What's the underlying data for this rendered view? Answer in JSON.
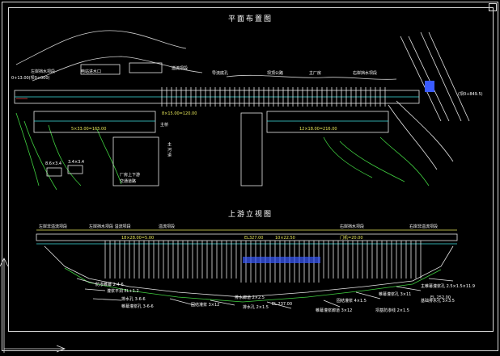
{
  "colors": {
    "background": "#000000",
    "line_white": "#e6e6e6",
    "line_cyan": "#40e0e0",
    "line_green": "#40d040",
    "line_blue": "#3a5bff",
    "line_yellow": "#e8e85a",
    "line_red": "#e04040"
  },
  "titles": {
    "plan": "平面布置图",
    "elevation": "上游立视图"
  },
  "plan_labels": {
    "left_block": "左岸挡水坝段",
    "intake": "电站进水口",
    "spillway": "溢流坝段",
    "plant": "主厂房",
    "right_block": "右岸挡水坝段",
    "gate": "导流底孔",
    "stage": "坝顶公路",
    "gallery": "厂房上下游",
    "gallery2": "交通道路",
    "dim_left": "5×33.00=165.00",
    "dim_mid": "8×15.00=120.00",
    "dim_right": "12×18.00=216.00",
    "bridge": "主桥",
    "river": "主\n河\n道",
    "small1": "8.6×3.4",
    "small2": "3.4×3.4",
    "elev_right": "(坝0+849.5)",
    "elev_left": "0+13.00(坝0+000)"
  },
  "elev_labels": {
    "left": "左岸非溢流坝段",
    "seg1": "左岸挡水坝段  溢流坝段",
    "seg2": "溢流坝段",
    "seg3": "右岸挡水坝段",
    "seg4": "右岸非溢流坝段",
    "dim1": "18×28.00=5.00",
    "dim2": "EL327.00",
    "dim3": "10×22.50",
    "dim4": "门机=20.00",
    "note1": "防渗帷幕 2-4-6",
    "note2": "灌浆平洞 EL+1.2",
    "note3": "排水孔 3-6-6",
    "note4": "帷幕灌浆孔 3-6-6",
    "note5": "固结灌浆 3×12",
    "note6": "排水廊道 2×2.5",
    "note7": "排水孔 2×1.5",
    "note8": "帷幕灌浆廊道 3×12",
    "note9": "固结灌浆 4×1.5",
    "note10": "帷幕灌浆孔 3×11",
    "note11": "主帷幕灌浆孔 2.5×1.5×11.9",
    "note12": "基础排水孔 3×3.5",
    "note13": "坝基防渗线 2×1.5",
    "note14": "EL.237.00",
    "note15": "EL.252.00"
  }
}
